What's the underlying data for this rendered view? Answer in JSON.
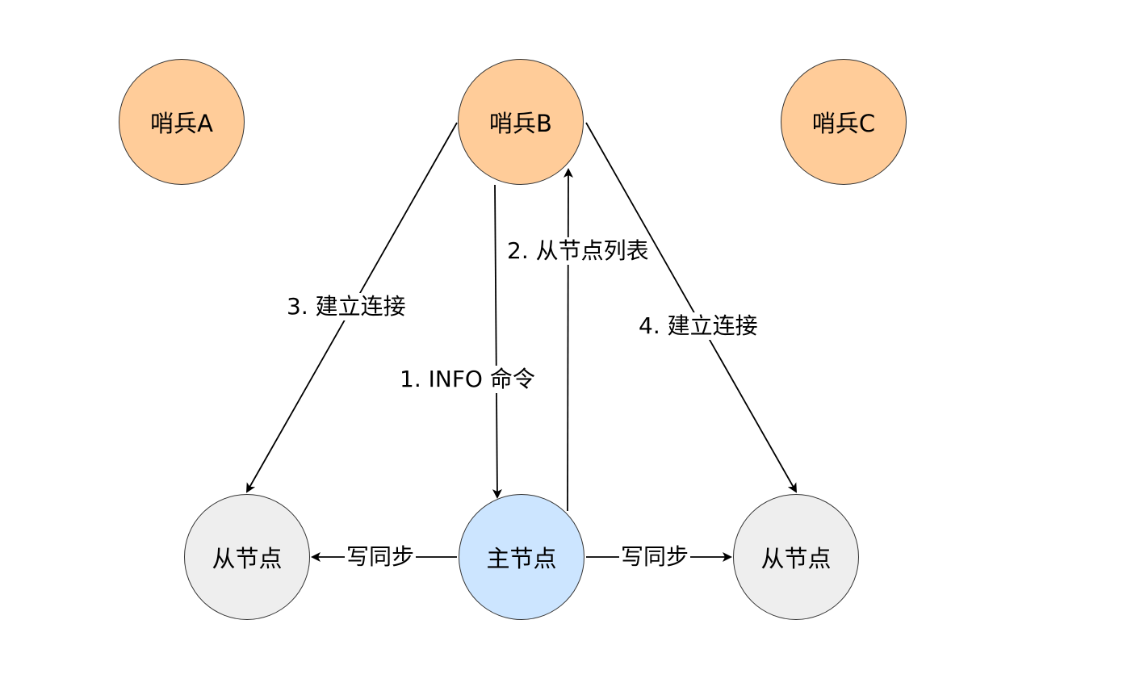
{
  "nodes": {
    "sentinel_a": "哨兵A",
    "sentinel_b": "哨兵B",
    "sentinel_c": "哨兵C",
    "master": "主节点",
    "replica_left": "从节点",
    "replica_right": "从节点"
  },
  "edges": {
    "info_command": "1. INFO 命令",
    "replica_list": "2. 从节点列表",
    "connect_left": "3. 建立连接",
    "connect_right": "4. 建立连接",
    "sync_left": "写同步",
    "sync_right": "写同步"
  },
  "colors": {
    "sentinel_fill": "#ffcc99",
    "master_fill": "#cce5ff",
    "replica_fill": "#eeeeee",
    "stroke": "#333333"
  }
}
